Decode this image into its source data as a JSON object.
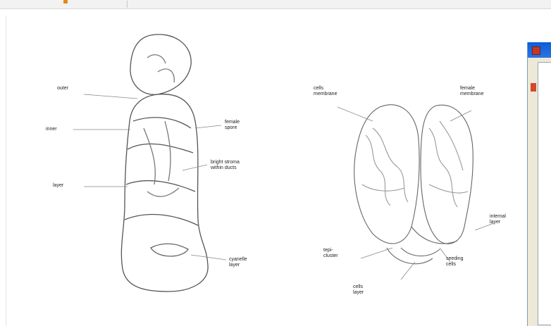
{
  "figure": {
    "left_diagram": {
      "labels": {
        "top_left": "outer",
        "mid_left_1": "inner",
        "mid_left_2": "layer",
        "right_1": "female\nspore",
        "right_2": "bright stroma\nwithin ducts",
        "bottom_right": "cyanelle\nlayer"
      }
    },
    "right_diagram": {
      "labels": {
        "top_left": "cells\nmembrane",
        "top_right": "female\nmembrane",
        "right_mid": "internal\nlayer",
        "bottom_left": "tepi-\ncluster",
        "bottom_right": "seeding\ncells",
        "bottom_center": "cells\nlayer"
      }
    }
  },
  "colors": {
    "accent": "#e08a1a",
    "dialog_title": "#0a5fd6",
    "dialog_icon": "#c0392b"
  }
}
